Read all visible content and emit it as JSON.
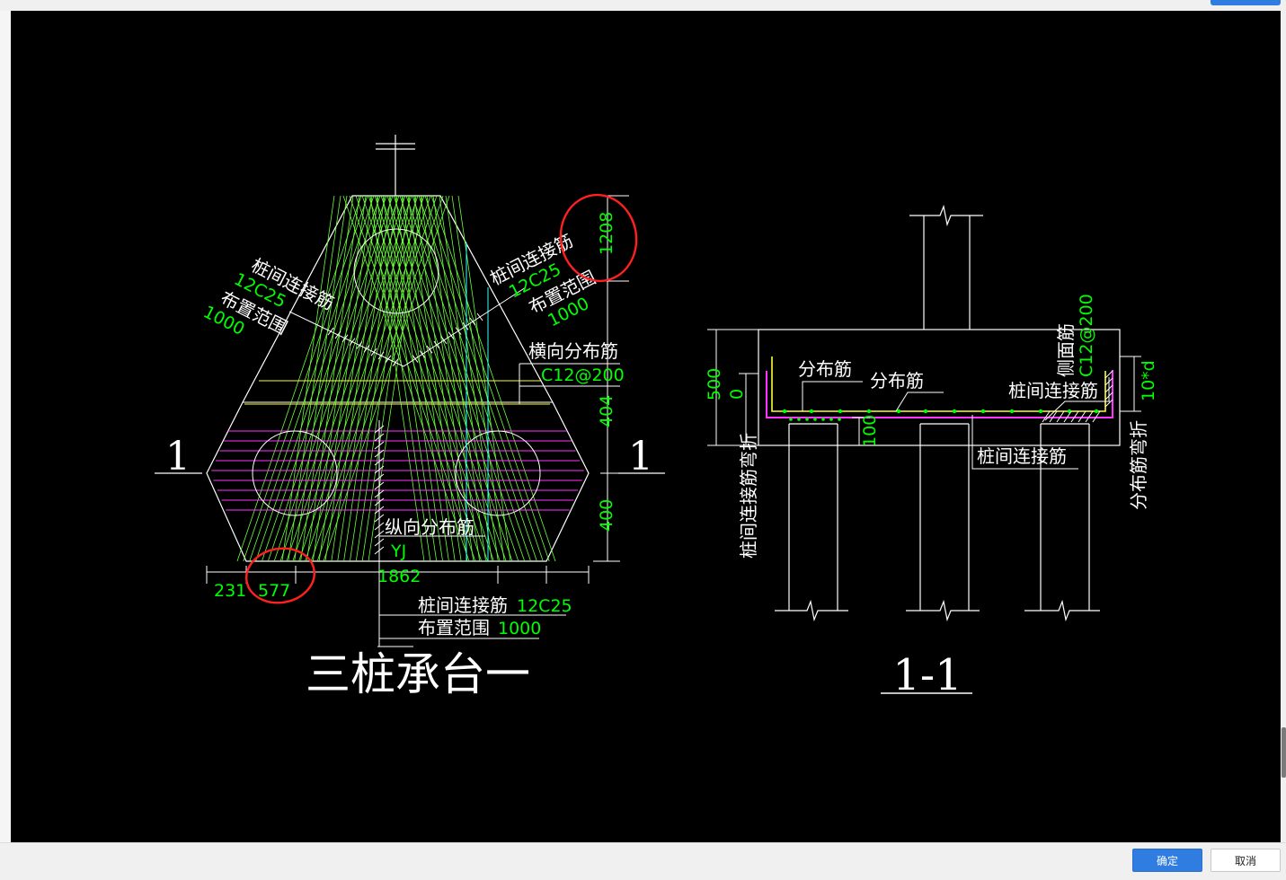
{
  "colors": {
    "canvas_bg": "#000000",
    "line_white": "#ffffff",
    "rebar_green": "#6cff3c",
    "dim_green": "#00ff00",
    "magenta": "#ff33ff",
    "yellow": "#ffff33",
    "cyan": "#33ffff",
    "annotation_red": "#ff2020",
    "primary_button": "#2f7de1"
  },
  "plan": {
    "title": "三桩承台一",
    "section_mark": "1",
    "left_callout": {
      "label": "桩间连接筋",
      "spec": "12C25",
      "range_label": "布置范围",
      "range_value": "1000"
    },
    "right_callout": {
      "label": "桩间连接筋",
      "spec": "12C25",
      "range_label": "布置范围",
      "range_value": "1000"
    },
    "transverse": {
      "label": "横向分布筋",
      "spec": "C12@200"
    },
    "longitudinal": {
      "label": "纵向分布筋",
      "spec": "YJ"
    },
    "bottom_callout": {
      "label": "桩间连接筋",
      "spec": "12C25",
      "range_label": "布置范围",
      "range_value": "1000"
    },
    "dims": {
      "d1208": "1208",
      "d404": "404",
      "d400": "400",
      "d231": "231",
      "d577": "577",
      "d1862": "1862"
    }
  },
  "section": {
    "title": "1-1",
    "dims": {
      "d500": "500",
      "d0": "0",
      "d100": "100",
      "d10d": "10*d"
    },
    "labels": {
      "dist1": "分布筋",
      "dist2": "分布筋",
      "side_face": "侧面筋",
      "side_spec": "C12@200",
      "pile_conn": "桩间连接筋",
      "pile_conn_bottom": "桩间连接筋",
      "left_vertical": "桩间连接筋弯折",
      "right_vertical": "分布筋弯折"
    }
  },
  "buttons": {
    "ok": "确定",
    "cancel": "取消"
  }
}
